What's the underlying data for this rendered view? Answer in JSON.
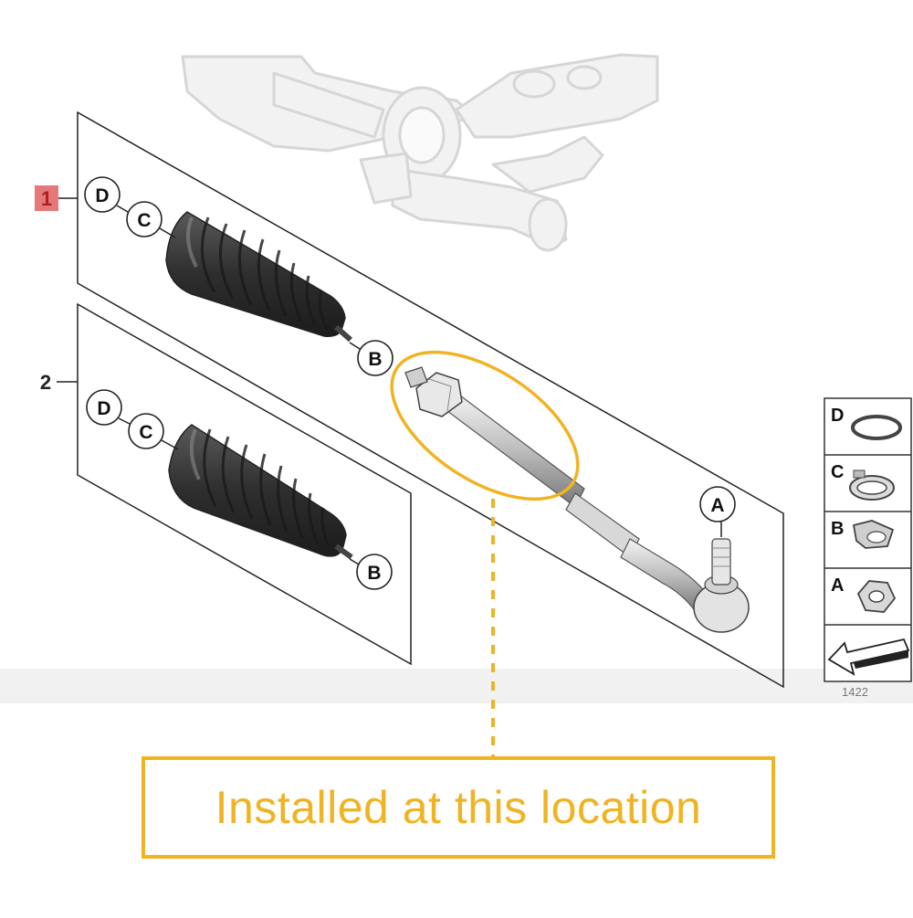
{
  "diagram": {
    "item_numbers": {
      "item_1": "1",
      "item_2": "2"
    },
    "part_letters": {
      "a": "A",
      "b": "B",
      "c": "C",
      "d": "D"
    },
    "legend": {
      "items": [
        {
          "letter": "D",
          "icon": "o-ring-seal-icon"
        },
        {
          "letter": "C",
          "icon": "hose-clamp-icon"
        },
        {
          "letter": "B",
          "icon": "boot-clip-icon"
        },
        {
          "letter": "A",
          "icon": "hex-nut-icon"
        }
      ],
      "catalog_number": "1422"
    },
    "colors": {
      "highlight": "#f0b323",
      "item_marker": "#e06060",
      "boot": "#3a3a3a"
    }
  },
  "callout": {
    "text": "Installed at this location"
  }
}
